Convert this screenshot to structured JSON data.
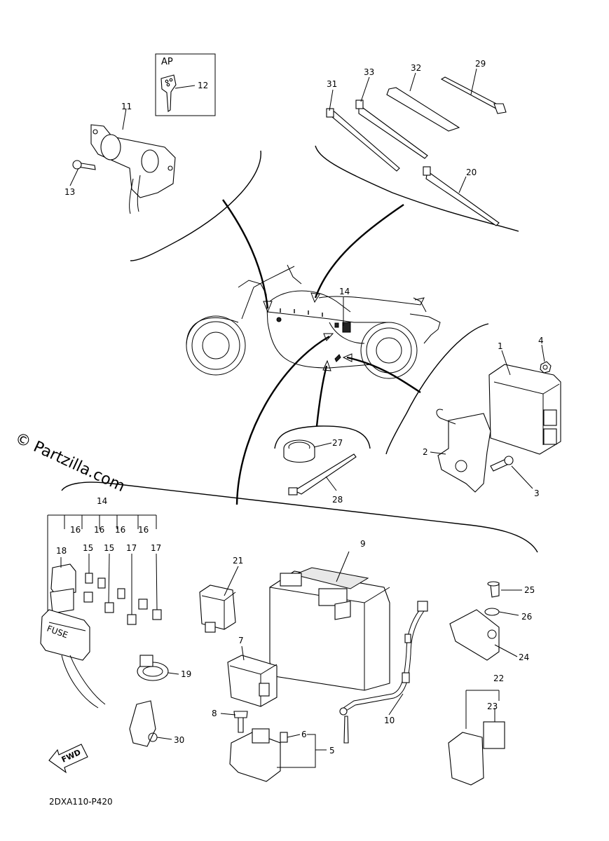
{
  "diagram": {
    "code": "2DXA110-P420",
    "watermark": "© Partzilla.com",
    "inset_label": "AP",
    "fwd_label": "FWD",
    "fuse_label": "FUSE",
    "part_labels": [
      {
        "key": "p1",
        "text": "1"
      },
      {
        "key": "p2",
        "text": "2"
      },
      {
        "key": "p3",
        "text": "3"
      },
      {
        "key": "p4",
        "text": "4"
      },
      {
        "key": "p5",
        "text": "5"
      },
      {
        "key": "p6",
        "text": "6"
      },
      {
        "key": "p7",
        "text": "7"
      },
      {
        "key": "p8",
        "text": "8"
      },
      {
        "key": "p9",
        "text": "9"
      },
      {
        "key": "p10",
        "text": "10"
      },
      {
        "key": "p11",
        "text": "11"
      },
      {
        "key": "p12",
        "text": "12"
      },
      {
        "key": "p13",
        "text": "13"
      },
      {
        "key": "p14a",
        "text": "14"
      },
      {
        "key": "p14b",
        "text": "14"
      },
      {
        "key": "p15a",
        "text": "15"
      },
      {
        "key": "p15b",
        "text": "15"
      },
      {
        "key": "p16a",
        "text": "16"
      },
      {
        "key": "p16b",
        "text": "16"
      },
      {
        "key": "p16c",
        "text": "16"
      },
      {
        "key": "p16d",
        "text": "16"
      },
      {
        "key": "p17a",
        "text": "17"
      },
      {
        "key": "p17b",
        "text": "17"
      },
      {
        "key": "p18",
        "text": "18"
      },
      {
        "key": "p19",
        "text": "19"
      },
      {
        "key": "p20",
        "text": "20"
      },
      {
        "key": "p21",
        "text": "21"
      },
      {
        "key": "p22",
        "text": "22"
      },
      {
        "key": "p23",
        "text": "23"
      },
      {
        "key": "p24",
        "text": "24"
      },
      {
        "key": "p25",
        "text": "25"
      },
      {
        "key": "p26",
        "text": "26"
      },
      {
        "key": "p27",
        "text": "27"
      },
      {
        "key": "p28",
        "text": "28"
      },
      {
        "key": "p29",
        "text": "29"
      },
      {
        "key": "p30",
        "text": "30"
      },
      {
        "key": "p31",
        "text": "31"
      },
      {
        "key": "p32",
        "text": "32"
      },
      {
        "key": "p33",
        "text": "33"
      }
    ]
  }
}
